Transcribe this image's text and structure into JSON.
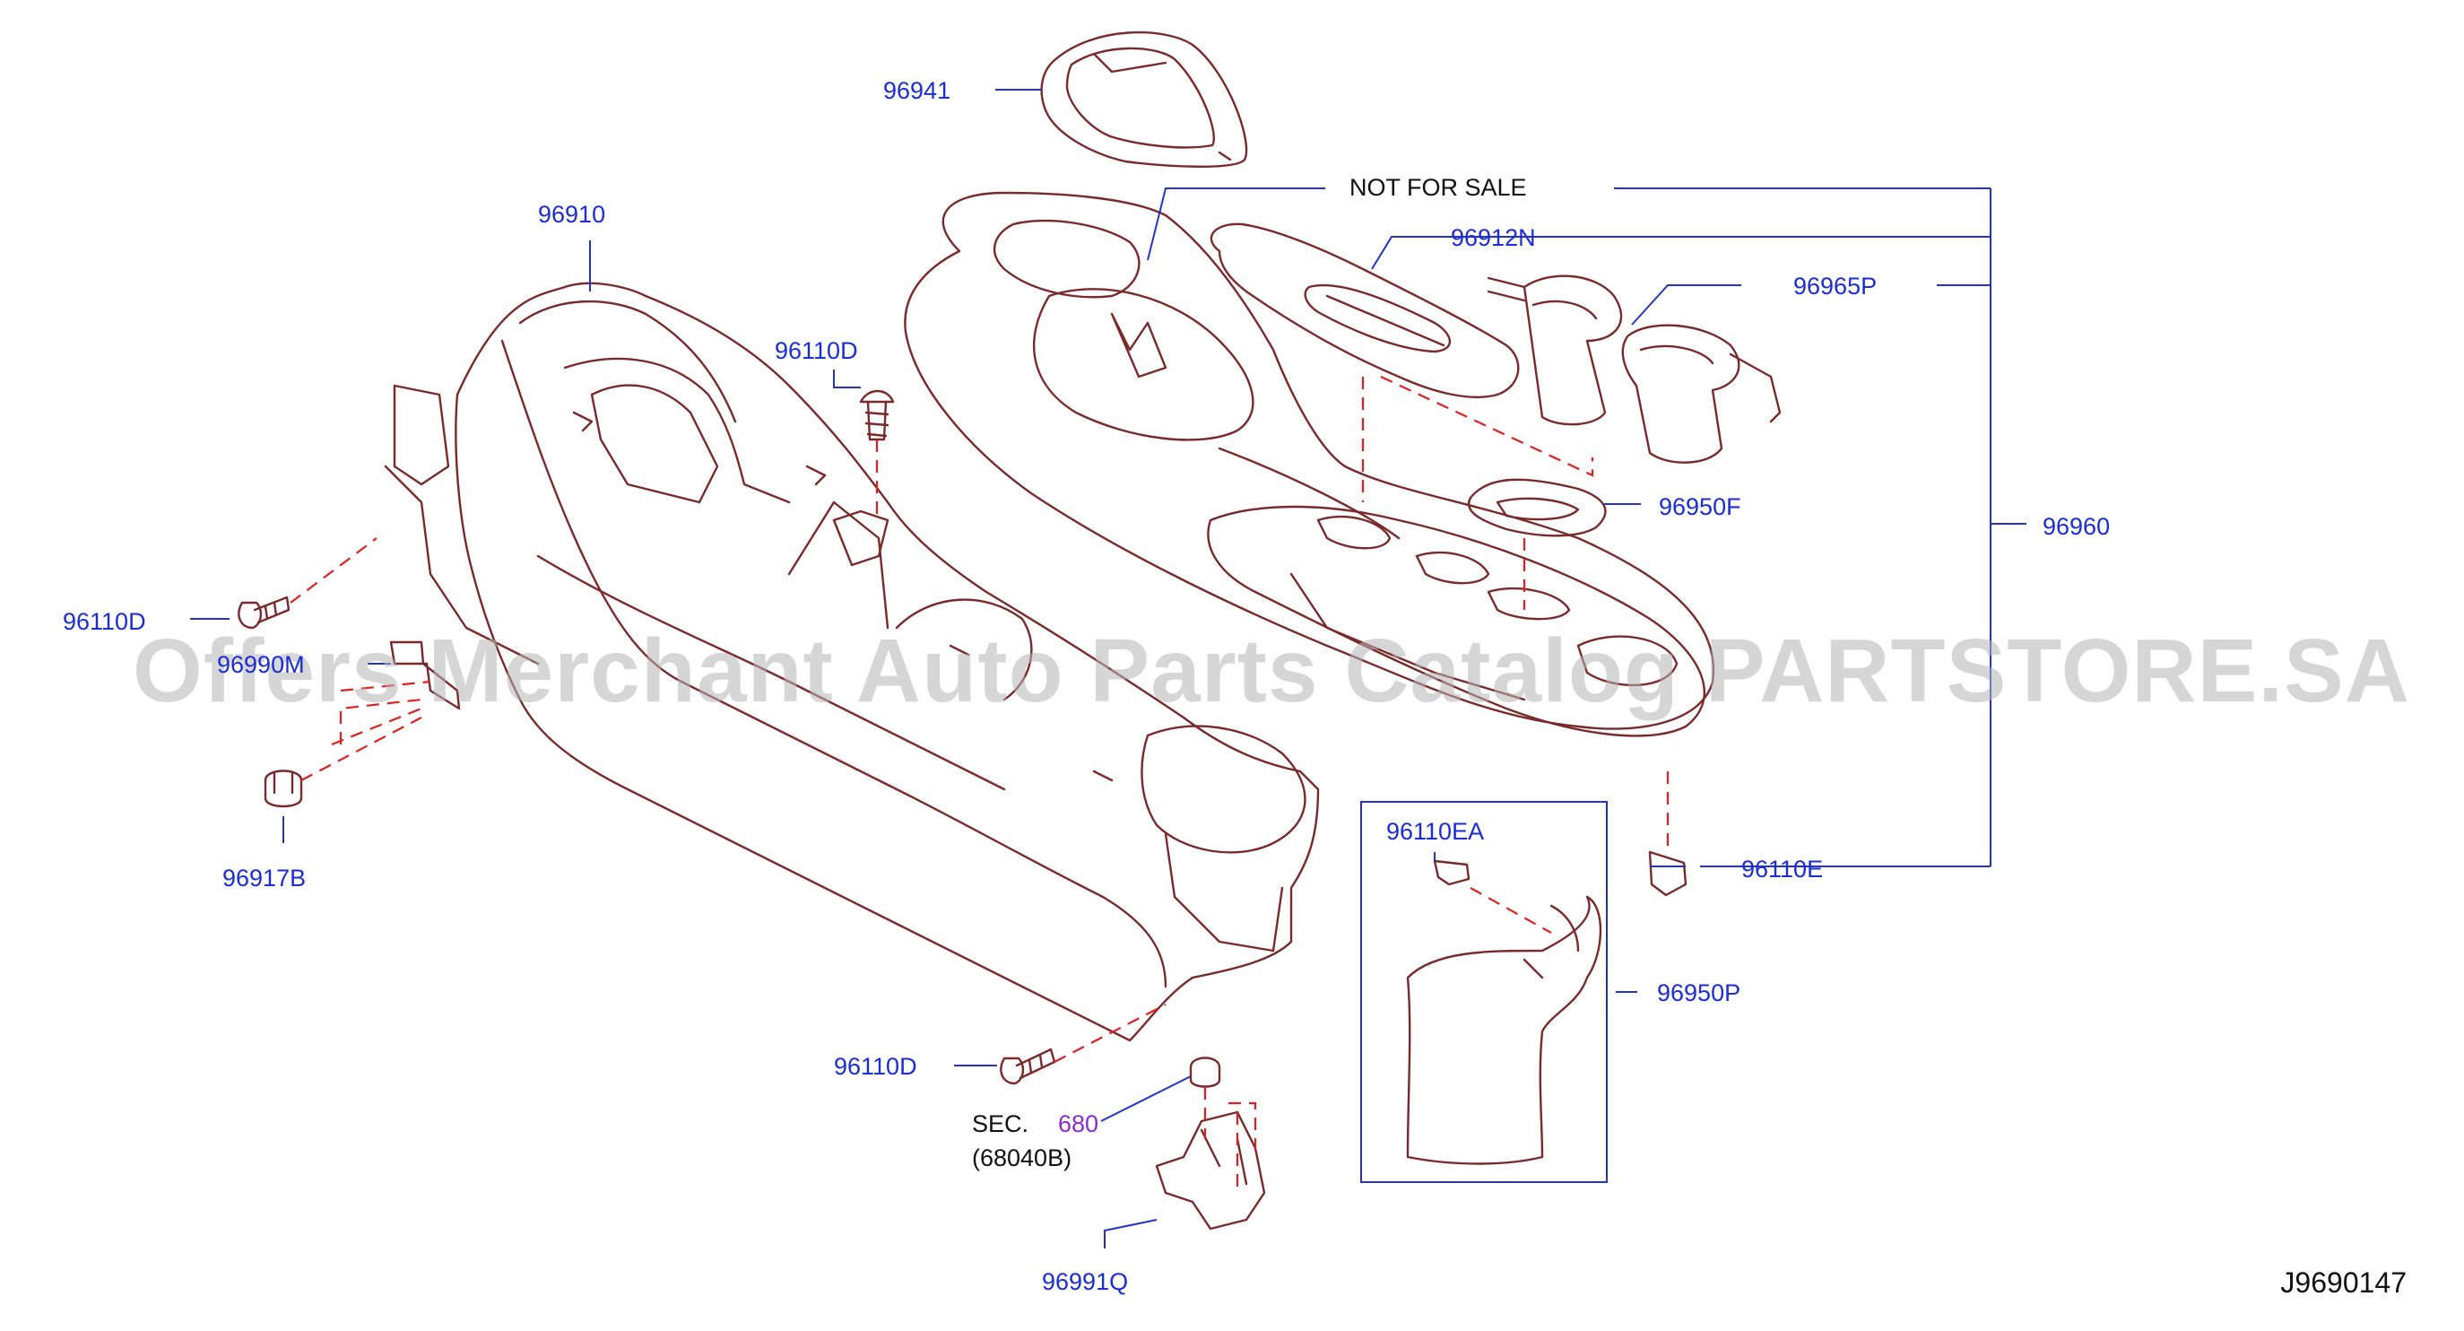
{
  "diagram": {
    "watermark": "Offers Merchant Auto Parts Catalog PARTSTORE.SA",
    "reference_code": "J9690147",
    "labels": {
      "p96941": "96941",
      "not_for_sale": "NOT   FOR   SALE",
      "p96910": "96910",
      "p96912N": "96912N",
      "p96965P": "96965P",
      "p96110D_top": "96110D",
      "p96960": "96960",
      "p96950F": "96950F",
      "p96110D_left": "96110D",
      "p96990M": "96990M",
      "p96917B": "96917B",
      "p96110EA": "96110EA",
      "p96110E": "96110E",
      "p96950P": "96950P",
      "p96110D_bottom": "96110D",
      "sec_prefix": "SEC.",
      "sec_number": "680",
      "sec_sub": "(68040B)",
      "p96991Q": "96991Q"
    }
  },
  "colors": {
    "label": "#1a2dd6",
    "leader": "#2233cc",
    "outline": "#7a2a2a",
    "dash": "#e02020",
    "section_ref": "#8a2bd2"
  }
}
